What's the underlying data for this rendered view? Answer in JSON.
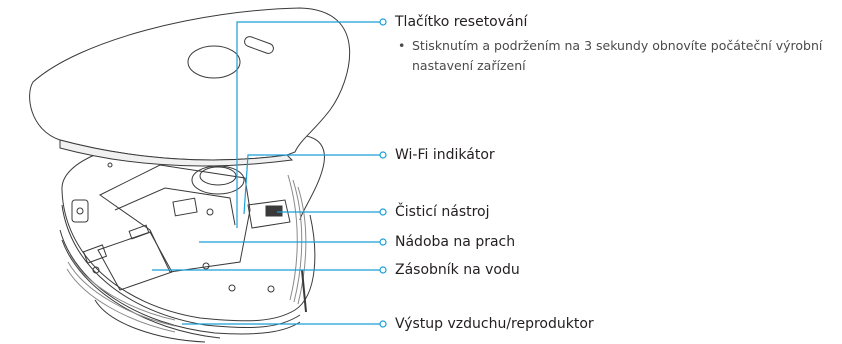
{
  "accent_color": "#1a9fd6",
  "callouts": {
    "reset_button": {
      "label": "Tlačítko resetování",
      "bullet": "Stisknutím a podržením na 3 sekundy obnovíte počáteční výrobní nastavení zařízení"
    },
    "wifi_indicator": {
      "label": "Wi-Fi indikátor"
    },
    "cleaning_tool": {
      "label": "Čisticí nástroj"
    },
    "dust_bin": {
      "label": "Nádoba na prach"
    },
    "water_tank": {
      "label": "Zásobník na vodu"
    },
    "air_outlet": {
      "label": "Výstup vzduchu/reproduktor"
    }
  }
}
